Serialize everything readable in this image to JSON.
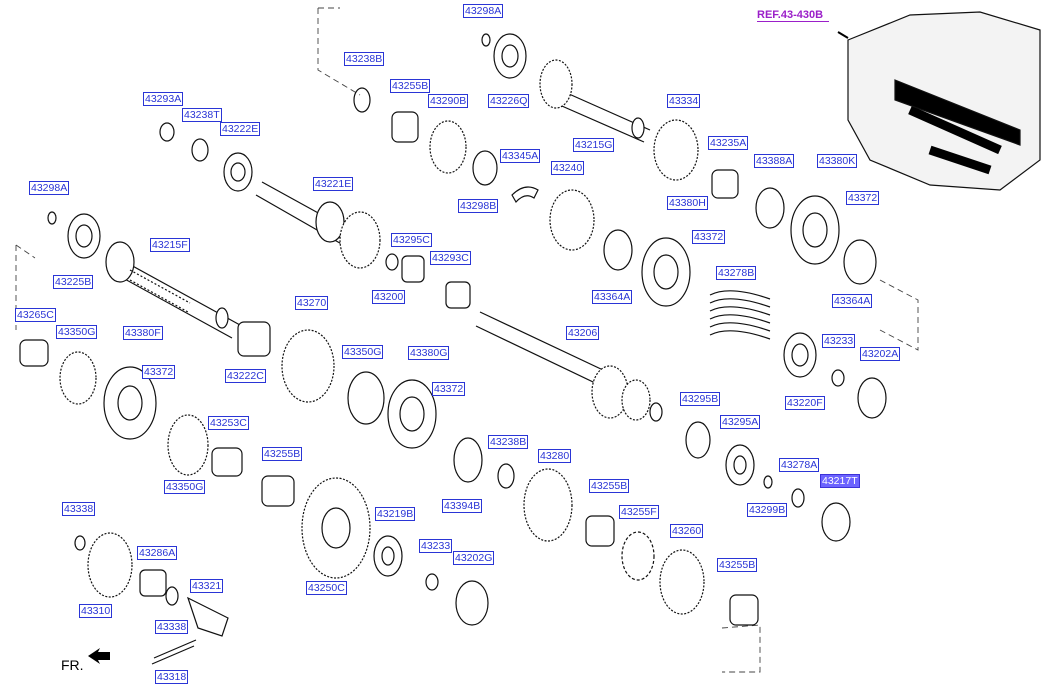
{
  "reference_link": "REF.43-430B",
  "orientation_label": "FR.",
  "colors": {
    "label_border": "#2a35d6",
    "highlight": "#6c63ff",
    "reference": "#9b1fc9"
  },
  "part_labels": [
    "43298A",
    "43238B",
    "43255B",
    "43290B",
    "43226Q",
    "43215G",
    "43293A",
    "43238T",
    "43222E",
    "43345A",
    "43298B",
    "43240",
    "43334",
    "43235A",
    "43388A",
    "43380K",
    "43372",
    "43298A",
    "43221E",
    "43380H",
    "43372",
    "43215F",
    "43295C",
    "43293C",
    "43200",
    "43225B",
    "43278B",
    "43364A",
    "43364A",
    "43265C",
    "43350G",
    "43380F",
    "43372",
    "43270",
    "43350G",
    "43380G",
    "43372",
    "43206",
    "43233",
    "43202A",
    "43222C",
    "43220F",
    "43253C",
    "43238B",
    "43295B",
    "43295A",
    "43255B",
    "43350G",
    "43394B",
    "43280",
    "43278A",
    "43217T",
    "43255B",
    "43299B",
    "43338",
    "43219B",
    "43255F",
    "43286A",
    "43260",
    "43233",
    "43202G",
    "43321",
    "43255B",
    "43310",
    "43250C",
    "43338",
    "43318"
  ],
  "highlighted_label": "43217T"
}
